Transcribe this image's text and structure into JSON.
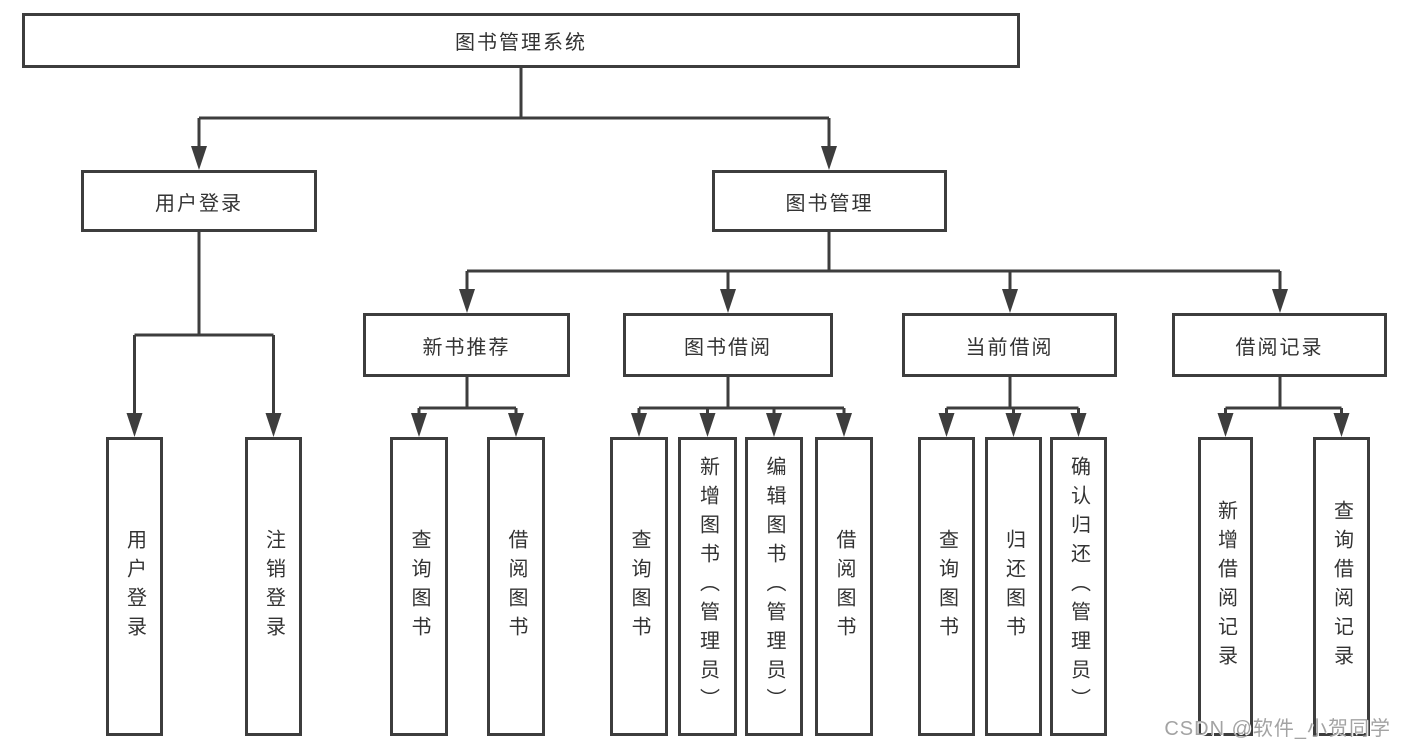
{
  "diagram": {
    "root": {
      "label": "图书管理系统"
    },
    "level2": [
      {
        "id": "user-login",
        "label": "用户登录"
      },
      {
        "id": "book-management",
        "label": "图书管理"
      }
    ],
    "level3": [
      {
        "id": "new-book-recommendation",
        "label": "新书推荐"
      },
      {
        "id": "book-borrowing",
        "label": "图书借阅"
      },
      {
        "id": "current-borrowing",
        "label": "当前借阅"
      },
      {
        "id": "borrowing-records",
        "label": "借阅记录"
      }
    ],
    "leaves": [
      {
        "id": "user-login-action",
        "label": "用户登录"
      },
      {
        "id": "logout-action",
        "label": "注销登录"
      },
      {
        "id": "recommend-query-books",
        "label": "查询图书"
      },
      {
        "id": "recommend-borrow-books",
        "label": "借阅图书"
      },
      {
        "id": "borrowing-query-books",
        "label": "查询图书"
      },
      {
        "id": "borrowing-add-books-admin",
        "label": "新增图书（管理员）"
      },
      {
        "id": "borrowing-edit-books-admin",
        "label": "编辑图书（管理员）"
      },
      {
        "id": "borrowing-borrow-books",
        "label": "借阅图书"
      },
      {
        "id": "current-query-books",
        "label": "查询图书"
      },
      {
        "id": "current-return-books",
        "label": "归还图书"
      },
      {
        "id": "current-confirm-return-admin",
        "label": "确认归还（管理员）"
      },
      {
        "id": "records-add-borrow-record",
        "label": "新增借阅记录"
      },
      {
        "id": "records-query-borrow-record",
        "label": "查询借阅记录"
      }
    ]
  },
  "watermark": {
    "text": "CSDN @软件_小贺同学"
  },
  "colors": {
    "line": "#3d3d3d",
    "text": "#333333",
    "watermark": "#a3a3a3",
    "background": "#ffffff"
  }
}
